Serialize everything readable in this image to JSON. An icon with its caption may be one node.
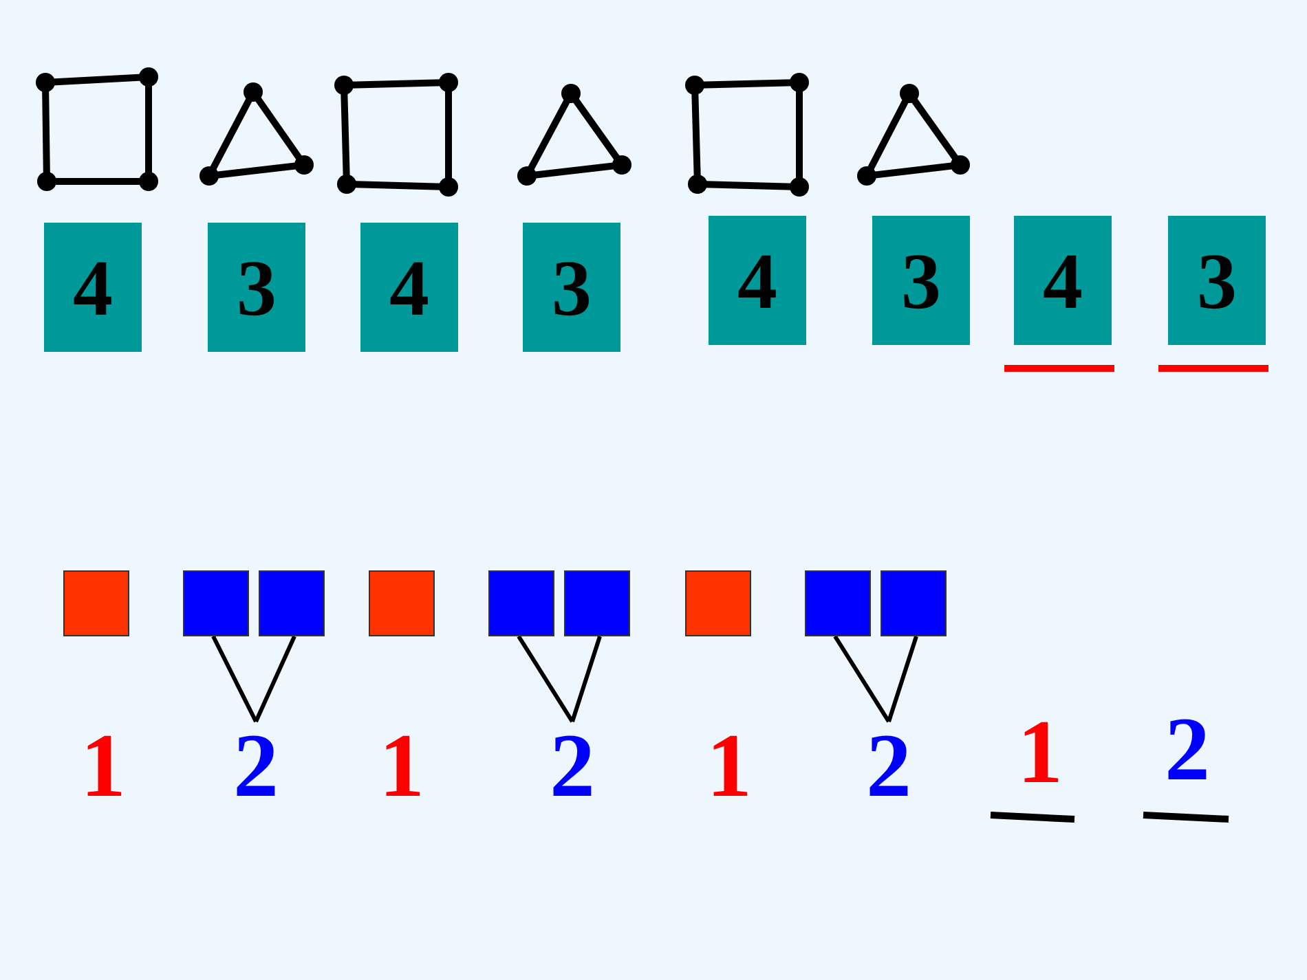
{
  "diagram": {
    "nodes": [
      {
        "text": [
          "4"
        ]
      },
      {
        "text": [
          "3"
        ]
      },
      {
        "text": [
          "4"
        ]
      },
      {
        "text": [
          "3"
        ]
      },
      {
        "text": [
          "4"
        ]
      },
      {
        "text": [
          "3"
        ]
      },
      {
        "text": [
          "4"
        ]
      },
      {
        "text": [
          "3"
        ]
      },
      {
        "text": [],
        "shape": "box"
      },
      {
        "text": [],
        "shape": "box"
      },
      {
        "text": [],
        "shape": "box"
      },
      {
        "text": [],
        "shape": "box"
      },
      {
        "text": [],
        "shape": "box"
      },
      {
        "text": [],
        "shape": "box"
      },
      {
        "text": [],
        "shape": "box"
      },
      {
        "text": [],
        "shape": "box"
      },
      {
        "text": [],
        "shape": "box"
      },
      {
        "text": [
          "2"
        ]
      },
      {
        "text": [
          "2"
        ]
      },
      {
        "text": [
          "2"
        ]
      }
    ],
    "edges": [
      {
        "from": 9,
        "to": 17,
        "arrow": "none"
      },
      {
        "from": 10,
        "to": 17,
        "arrow": "none"
      },
      {
        "from": 12,
        "to": 18,
        "arrow": "none"
      },
      {
        "from": 13,
        "to": 18,
        "arrow": "none"
      },
      {
        "from": 15,
        "to": 19,
        "arrow": "none"
      },
      {
        "from": 16,
        "to": 19,
        "arrow": "none"
      }
    ],
    "labels": [
      "1",
      "1",
      "1",
      "1",
      "2"
    ]
  }
}
